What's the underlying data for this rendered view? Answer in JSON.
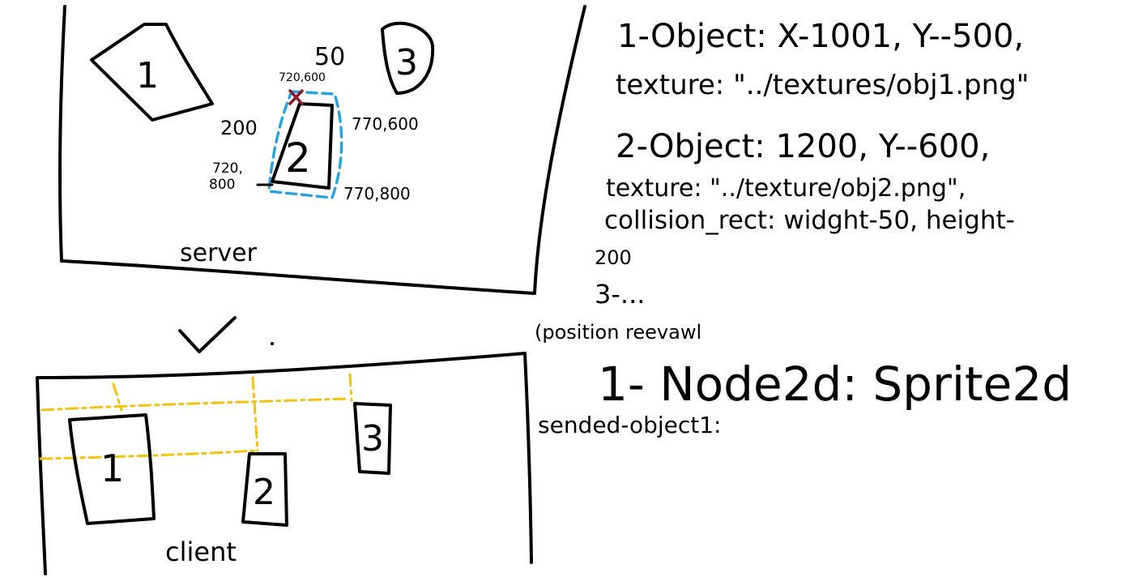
{
  "server": {
    "label": "server",
    "objects": [
      {
        "id": "1",
        "label": "1"
      },
      {
        "id": "2",
        "label": "2"
      },
      {
        "id": "3",
        "label": "3"
      }
    ],
    "annotations": {
      "width_label": "50",
      "height_label": "200",
      "top_left": "720,600",
      "top_right": "770,600",
      "bottom_left_line1": "720,",
      "bottom_left_line2": "800",
      "bottom_right": "770,800"
    }
  },
  "client": {
    "label": "client",
    "objects": [
      {
        "id": "1",
        "label": "1"
      },
      {
        "id": "2",
        "label": "2"
      },
      {
        "id": "3",
        "label": "3"
      }
    ]
  },
  "notes": {
    "line1": "1-Object: X-1001, Y--500,",
    "line2": "texture: \"../textures/obj1.png\"",
    "line3": "2-Object: 1200, Y--600,",
    "line4": "texture: \"../texture/obj2.png\",",
    "line5": "collision_rect: widght-50, height-",
    "line6": "200",
    "line7": "3-...",
    "line8": "(position reevawl",
    "line9": "1- Node2d: Sprite2d",
    "line10": "sended-object1:"
  }
}
